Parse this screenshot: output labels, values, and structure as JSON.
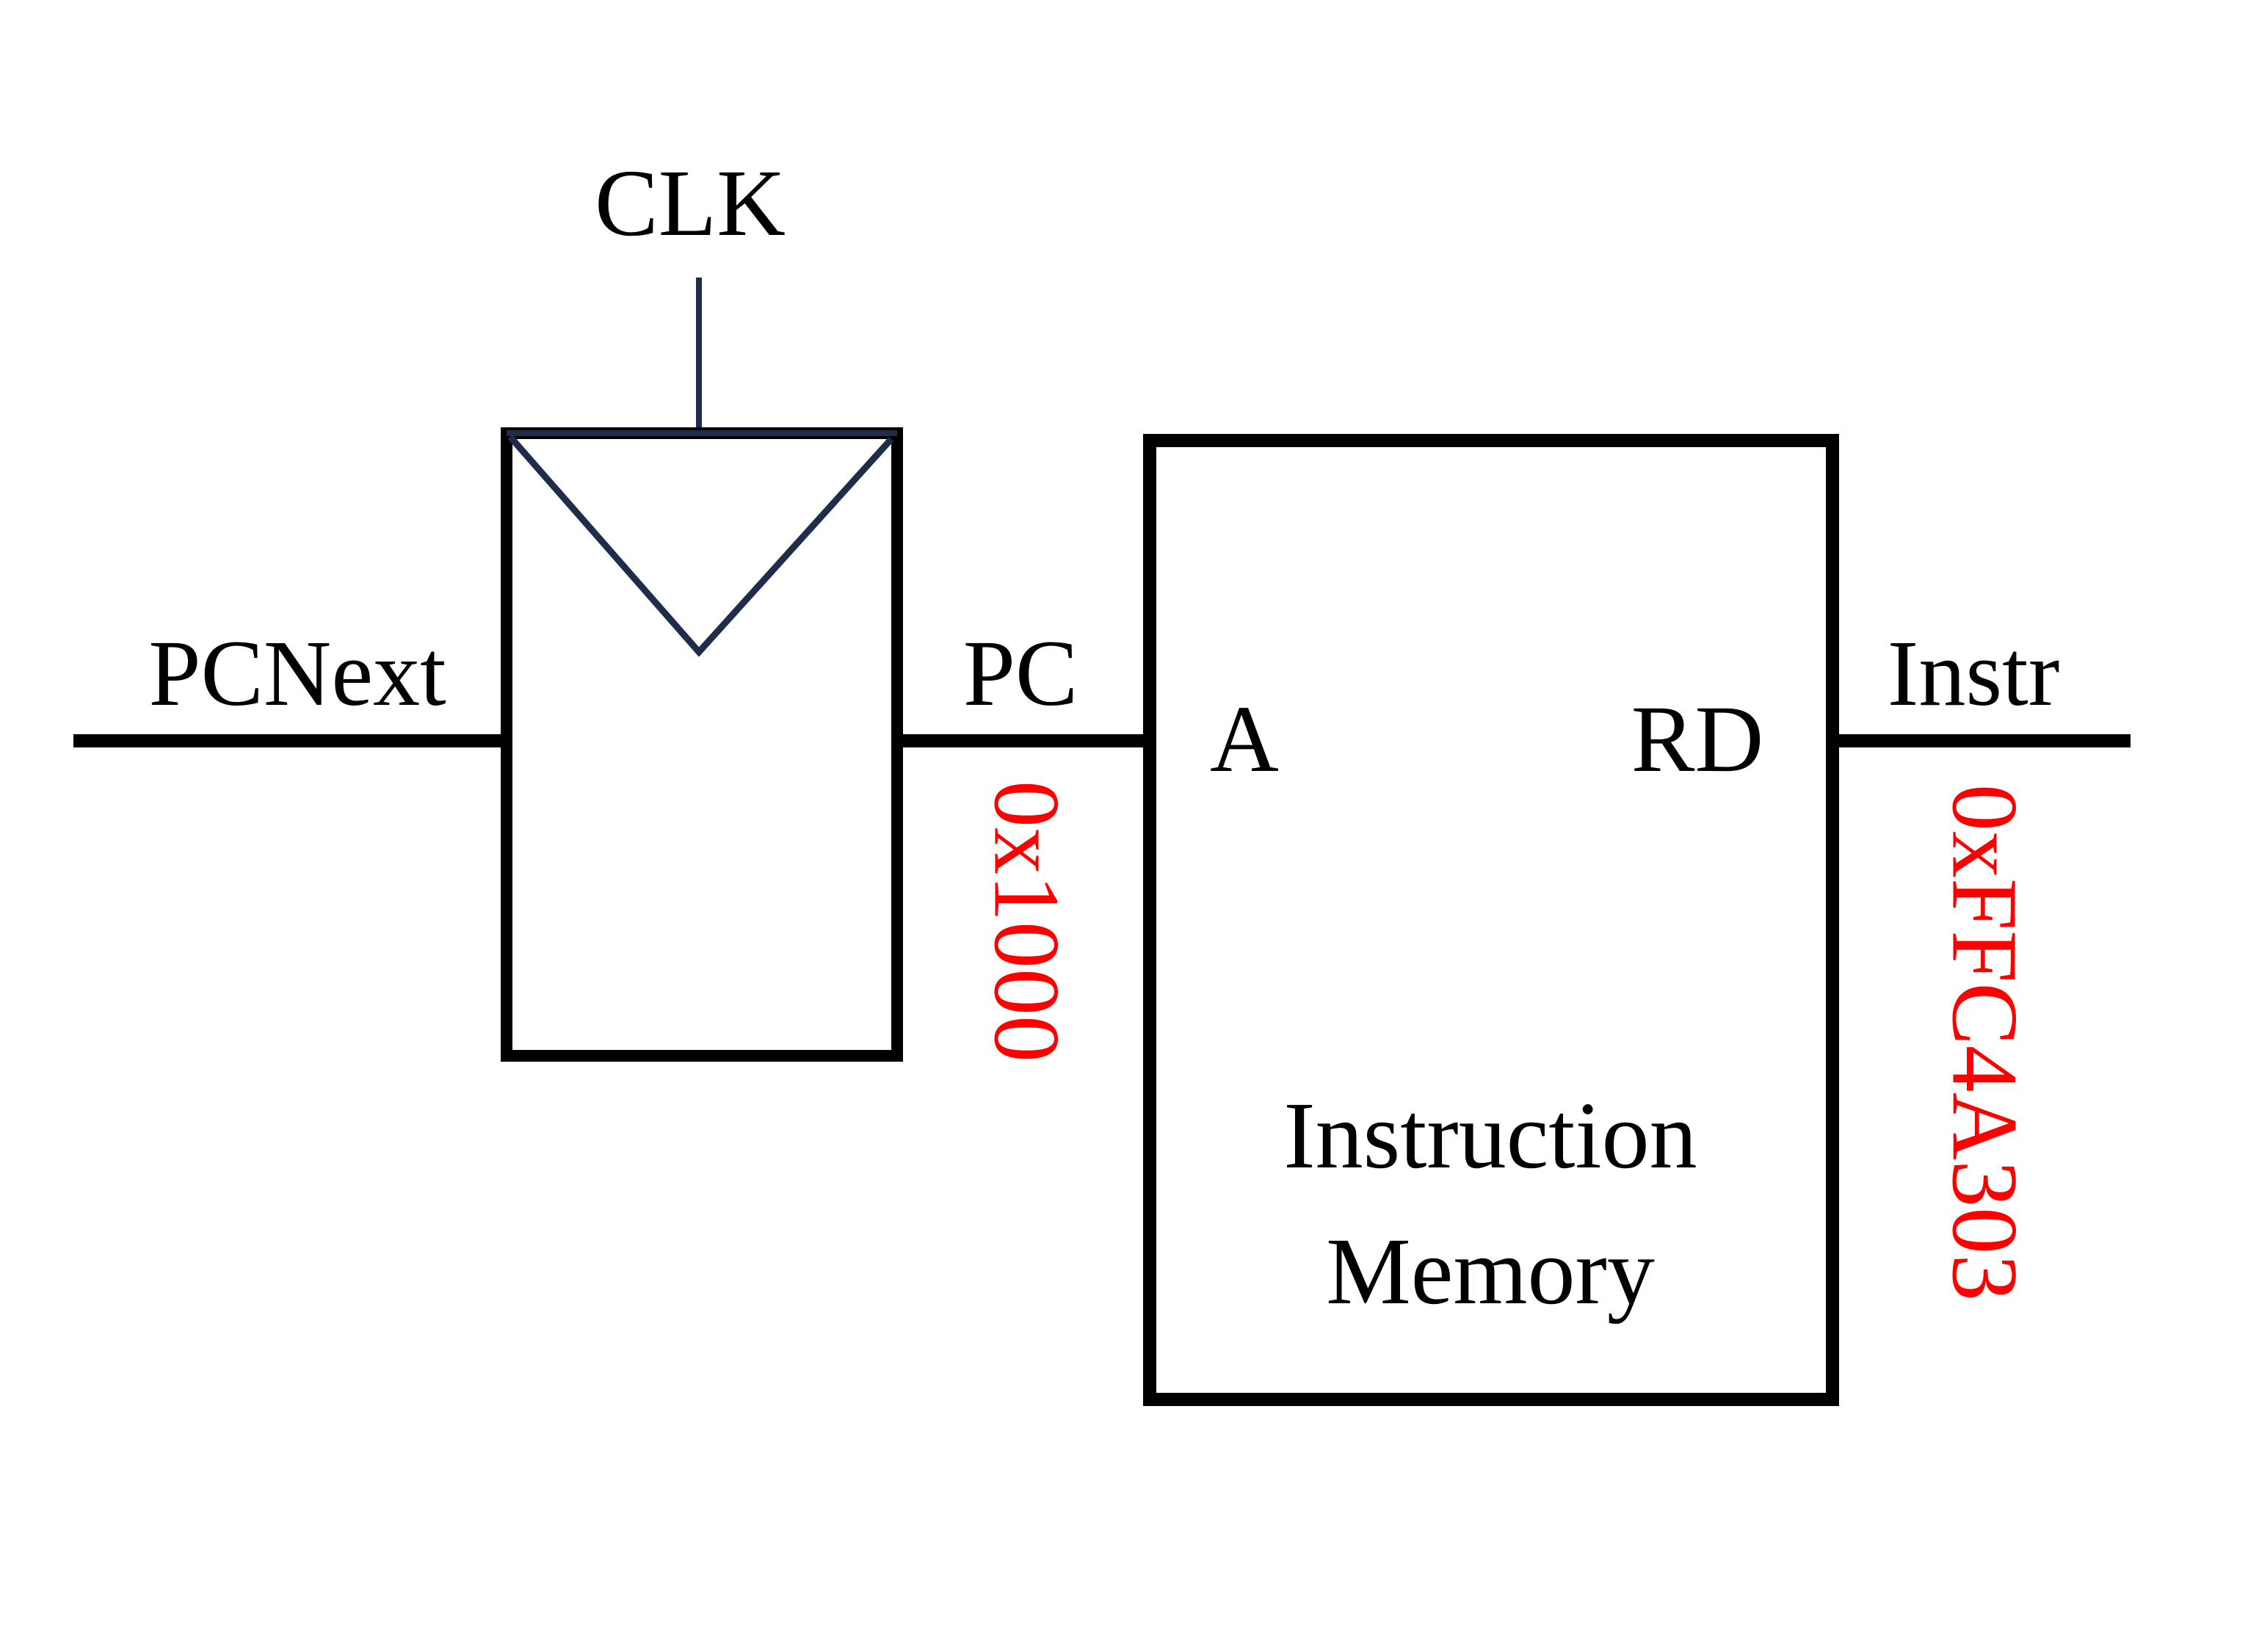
{
  "diagram": {
    "clock_label": "CLK",
    "input_label": "PCNext",
    "pc_label": "PC",
    "pc_value": "0x1000",
    "memory": {
      "address_port": "A",
      "read_port": "RD",
      "title_line1": "Instruction",
      "title_line2": "Memory"
    },
    "output_label": "Instr",
    "instr_value": "0xFFC4A303"
  },
  "colors": {
    "wire": "#000000",
    "clock_wire": "#1f2d4a",
    "value": "#ff0000"
  }
}
